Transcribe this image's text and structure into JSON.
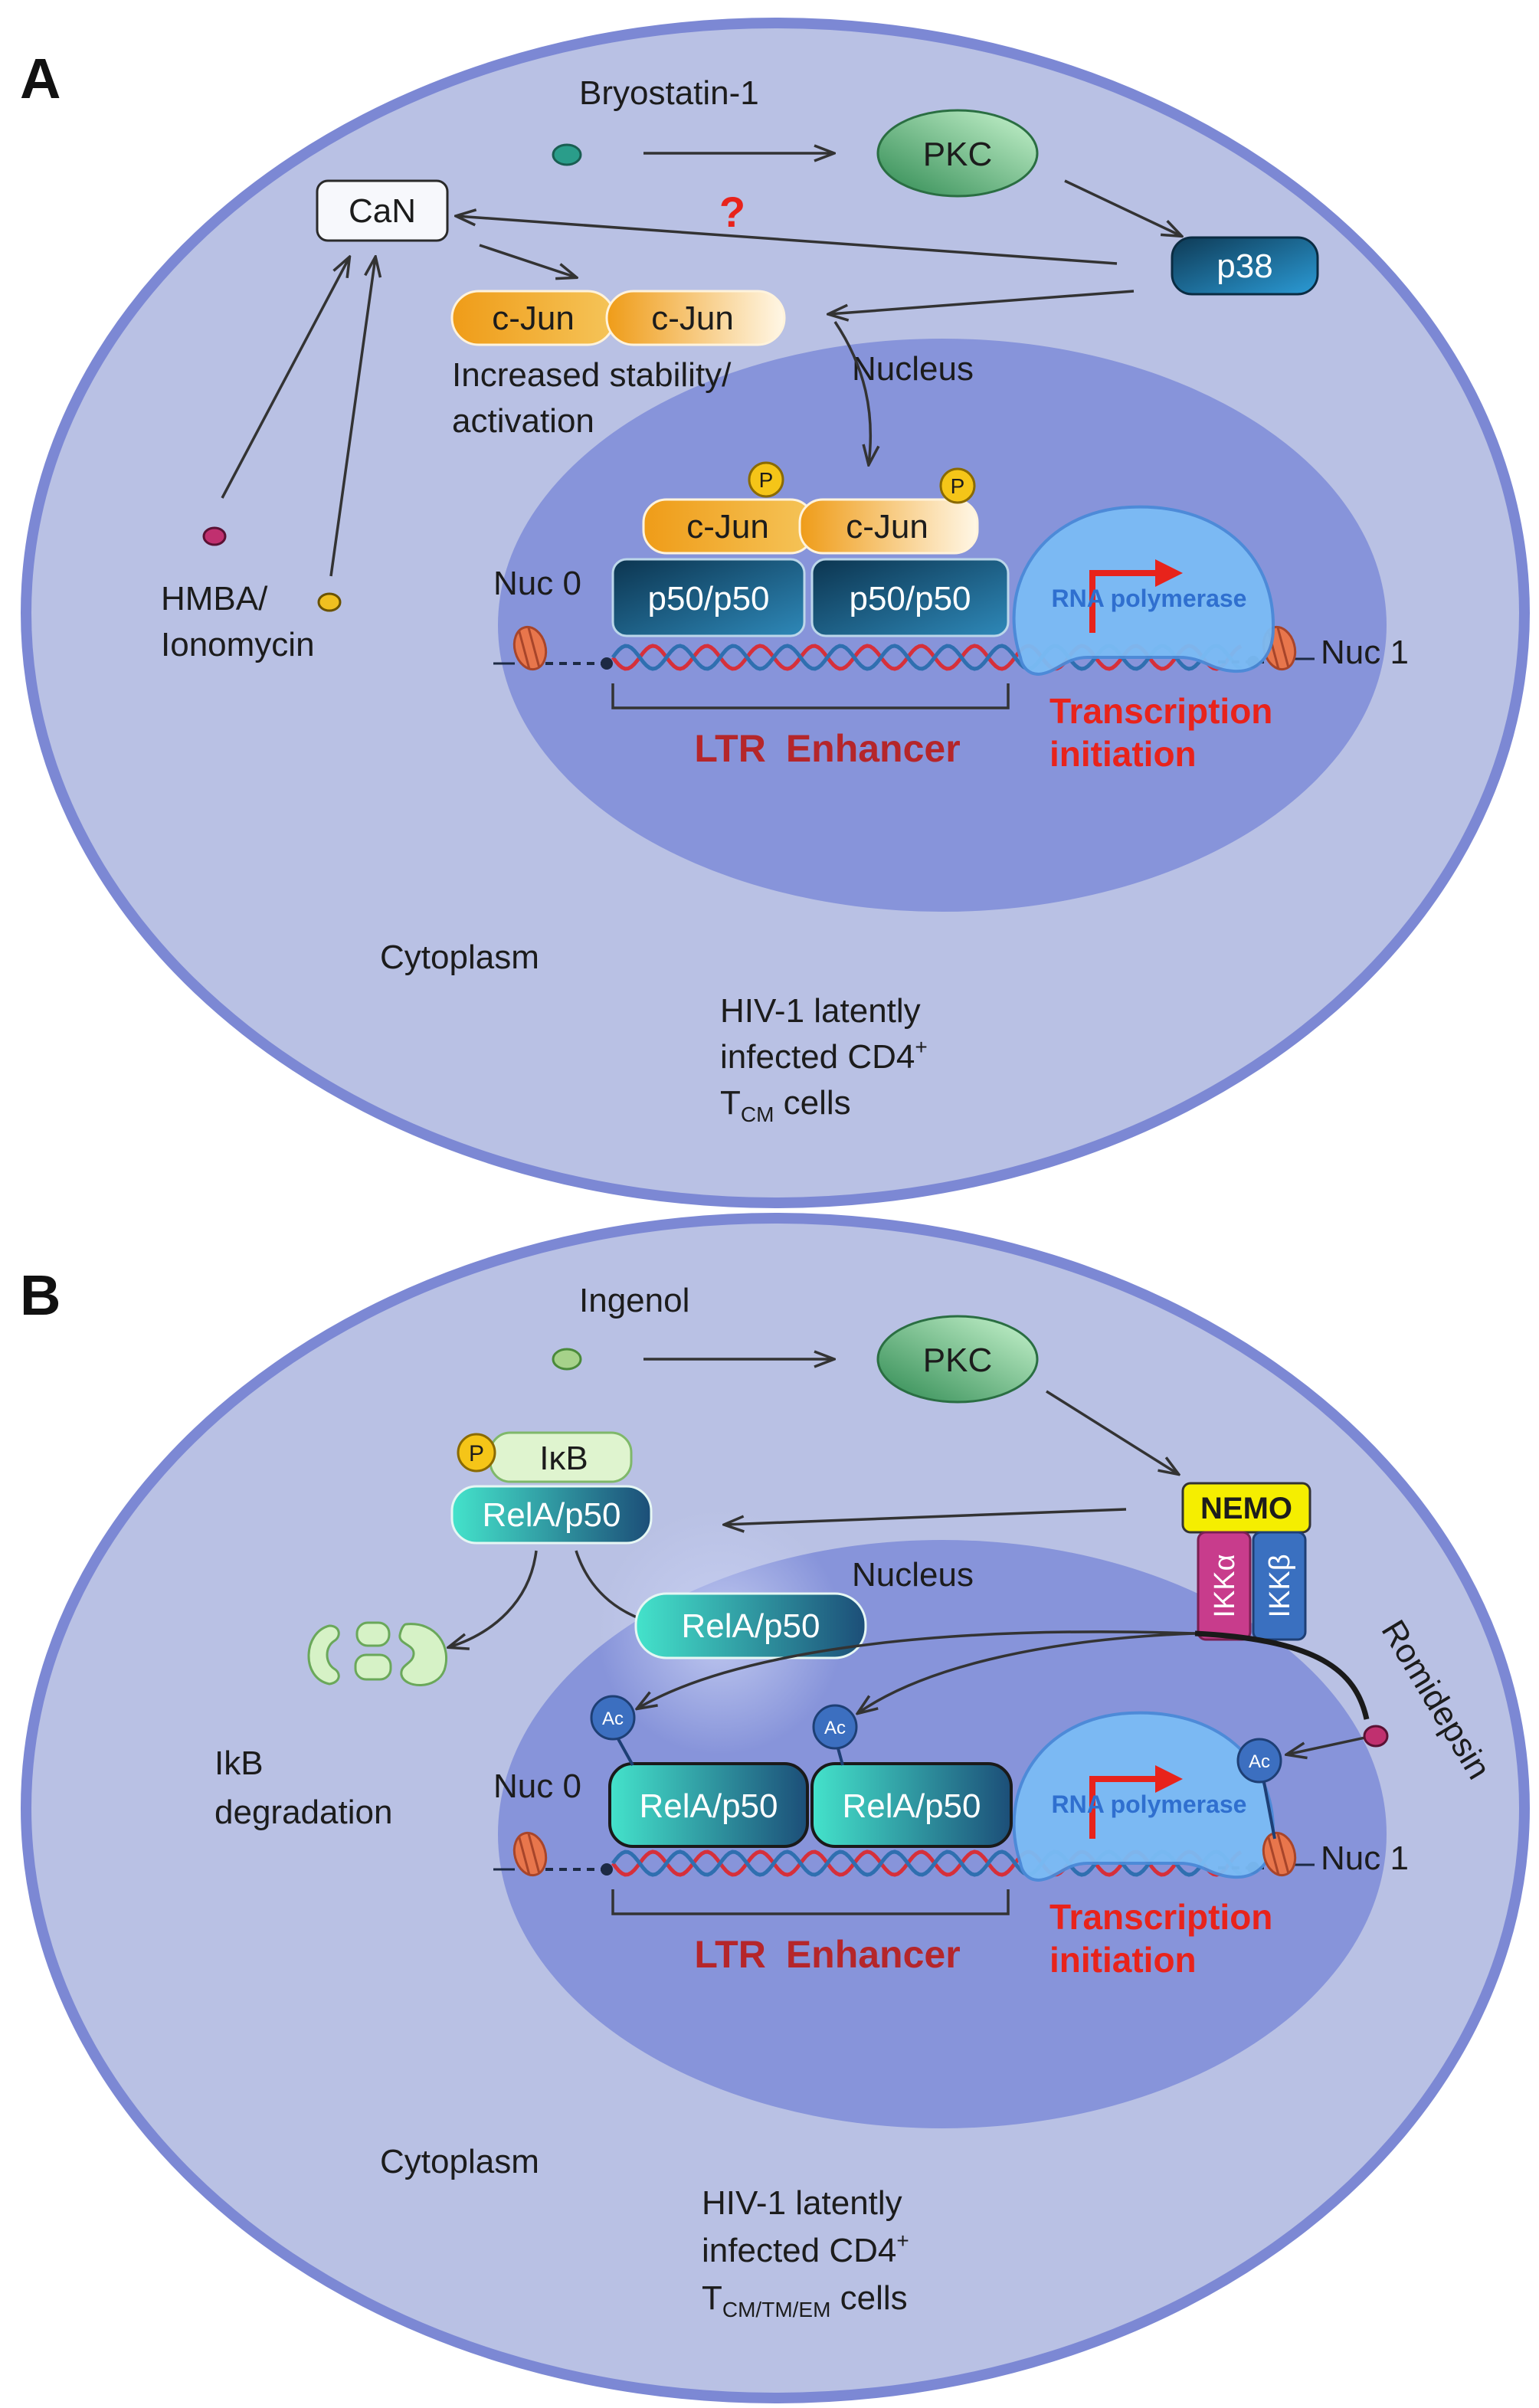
{
  "colors": {
    "cell_fill": "#b9c1e4",
    "cell_border": "#7c88d4",
    "nucleus_fill": "#8794da",
    "transcription_red": "#e8231b",
    "ltr_red": "#b5262a",
    "polymerase_blue": "#2f6fcf"
  },
  "icons": [
    "nucleosome-icon",
    "dna-helix-icon",
    "phospho-icon",
    "acetyl-icon",
    "transcription-start-arrow-icon",
    "degradation-fragments-icon"
  ],
  "panel_a": {
    "label": "A",
    "agonist": "Bryostatin-1",
    "pkc": "PKC",
    "p38": "p38",
    "can": "CaN",
    "question_mark": "?",
    "cjun_left": "c-Jun",
    "cjun_right": "c-Jun",
    "stability_line1": "Increased stability/",
    "stability_line2": "activation",
    "nucleus": "Nucleus",
    "hmba_line1": "HMBA/",
    "hmba_line2": "Ionomycin",
    "phospho_left": "P",
    "phospho_right": "P",
    "cjun_bound_left": "c-Jun",
    "cjun_bound_right": "c-Jun",
    "dimer_left": "p50/p50",
    "dimer_right": "p50/p50",
    "polymerase": "RNA polymerase",
    "nuc0": "Nuc 0",
    "nuc1": "Nuc 1",
    "ltr": "LTR",
    "enhancer": "Enhancer",
    "transcription_line1": "Transcription",
    "transcription_line2": "initiation",
    "cytoplasm": "Cytoplasm",
    "cell_line1": "HIV-1 latently",
    "cell_line2": "infected CD4",
    "cell_line2_sup": "+",
    "cell_line3_main": "T",
    "cell_line3_sub": "CM",
    "cell_line3_rest": " cells"
  },
  "panel_b": {
    "label": "B",
    "agonist": "Ingenol",
    "pkc": "PKC",
    "nemo": "NEMO",
    "ikka": "IKKα",
    "ikkb": "IKKβ",
    "ikb": "IκB",
    "phospho": "P",
    "rela_cyto": "RelA/p50",
    "rela_nuclear": "RelA/p50",
    "nucleus": "Nucleus",
    "degradation_line1": "IkB",
    "degradation_line2": "degradation",
    "romidepsin": "Romidepsin",
    "acetyl_marks": [
      "Ac",
      "Ac",
      "Ac"
    ],
    "dimer_left": "RelA/p50",
    "dimer_right": "RelA/p50",
    "polymerase": "RNA polymerase",
    "nuc0": "Nuc 0",
    "nuc1": "Nuc 1",
    "ltr": "LTR",
    "enhancer": "Enhancer",
    "transcription_line1": "Transcription",
    "transcription_line2": "initiation",
    "cytoplasm": "Cytoplasm",
    "cell_line1": "HIV-1 latently",
    "cell_line2": "infected CD4",
    "cell_line2_sup": "+",
    "cell_line3_main": "T",
    "cell_line3_sub": "CM/TM/EM",
    "cell_line3_rest": " cells"
  }
}
